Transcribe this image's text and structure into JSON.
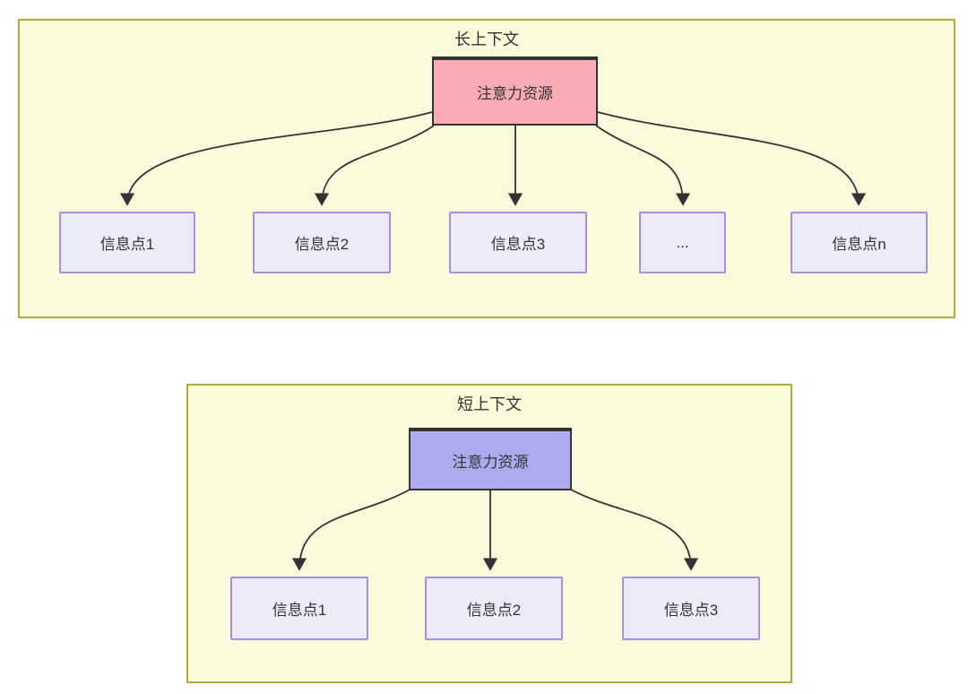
{
  "diagram": {
    "type": "flowchart-comparison",
    "colors": {
      "group-fill": "#fbfbdc",
      "group-border": "#acac3a",
      "attention-long-fill": "#f9acb4",
      "attention-short-fill": "#ababee",
      "info-fill": "#ebebfa",
      "info-border": "#a78fdb",
      "node-stroke": "#333333",
      "edge-color": "#333333",
      "text": "#333333"
    },
    "groups": [
      {
        "title": "长上下文",
        "attention_label": "注意力资源",
        "nodes": [
          "信息点1",
          "信息点2",
          "信息点3",
          "...",
          "信息点n"
        ]
      },
      {
        "title": "短上下文",
        "attention_label": "注意力资源",
        "nodes": [
          "信息点1",
          "信息点2",
          "信息点3"
        ]
      }
    ]
  }
}
